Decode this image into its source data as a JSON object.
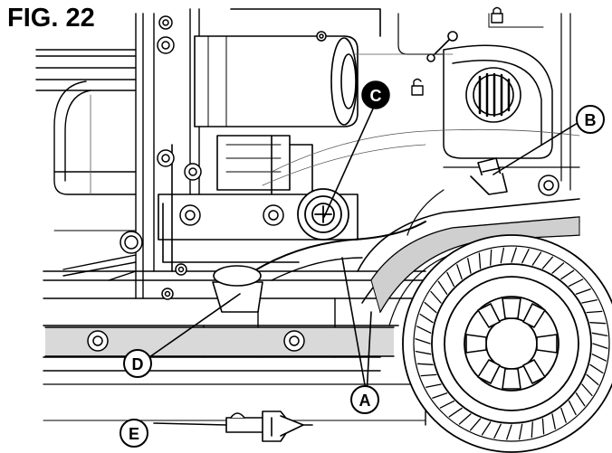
{
  "figure": {
    "title": "FIG. 22",
    "callouts": {
      "a": "A",
      "b": "B",
      "c": "C",
      "d": "D",
      "e": "E"
    },
    "callout_c_style": "filled-black",
    "line_color": "#000000",
    "fill_color": "#ffffff"
  }
}
